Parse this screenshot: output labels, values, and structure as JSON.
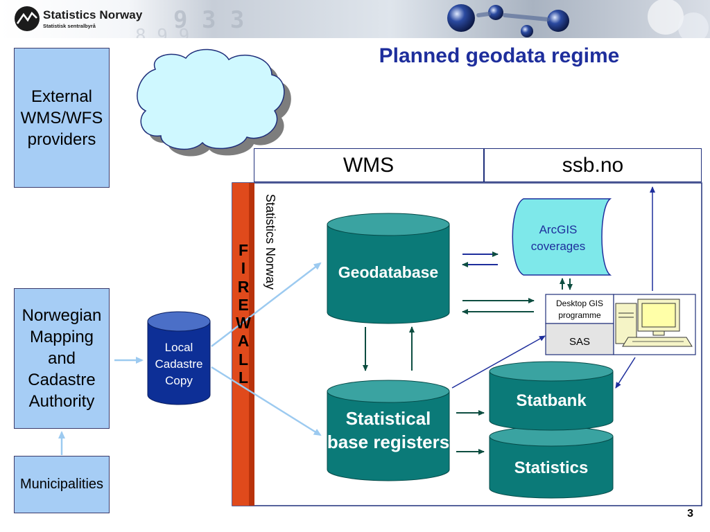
{
  "branding": {
    "name": "Statistics Norway",
    "subtitle": "Statistisk sentralbyrå"
  },
  "title": "Planned geodata regime",
  "boxes": {
    "external_providers": "External WMS/WFS providers",
    "mapping_authority": "Norwegian Mapping and Cadastre Authority",
    "municipalities": "Municipalities"
  },
  "services": {
    "wms": "WMS",
    "ssb": "ssb.no"
  },
  "statistics_norway_label": "Statistics Norway",
  "firewall": [
    "F",
    "I",
    "R",
    "E",
    "W",
    "A",
    "L",
    "L"
  ],
  "stores": {
    "local_cadastre": "Local Cadastre Copy",
    "geodatabase": "Geodatabase",
    "arcgis": "ArcGIS coverages",
    "base_registers": "Statistical base registers",
    "statbank": "Statbank",
    "statistics": "Statistics"
  },
  "tools": {
    "desktop_gis": "Desktop GIS programme",
    "sas": "SAS"
  },
  "page_number": "3",
  "colors": {
    "title": "#1e2e9c",
    "box_fill": "#a6cdf5",
    "teal": "#0b7a78",
    "dark_blue": "#0d2f96",
    "firewall": "#e04a1c",
    "arrow": "#1e2e9c",
    "cloud": "#cff8ff"
  }
}
